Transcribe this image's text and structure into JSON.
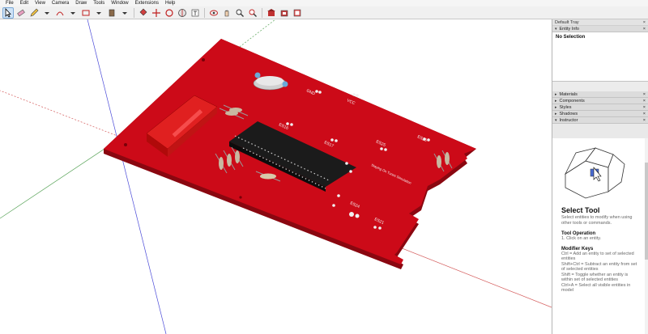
{
  "menu": [
    "File",
    "Edit",
    "View",
    "Camera",
    "Draw",
    "Tools",
    "Window",
    "Extensions",
    "Help"
  ],
  "toolbar_icons": [
    "select-icon",
    "eraser-icon",
    "pencil-icon",
    "line-dropdown-icon",
    "arc-icon",
    "arc-dropdown-icon",
    "shape-icon",
    "shape-dropdown-icon",
    "pushpull-icon",
    "pushpull-dropdown-icon",
    "paint-bucket-icon",
    "move-icon",
    "rotate-icon",
    "tape-measure-icon",
    "text-icon",
    "orbit-icon",
    "pan-icon",
    "zoom-icon",
    "zoom-extents-icon",
    "warehouse-icon",
    "extension-warehouse-icon",
    "layout-icon"
  ],
  "tray": {
    "title": "Default Tray",
    "entity_info": "Entity Info",
    "no_selection": "No Selection",
    "panels": [
      "Materials",
      "Components",
      "Styles",
      "Shadows",
      "Instructor"
    ]
  },
  "instructor": {
    "title": "Select Tool",
    "desc": "Select entities to modify when using other tools or commands.",
    "op_heading": "Tool Operation",
    "op_step": "1.  Click on an entity.",
    "mod_heading": "Modifier Keys",
    "mod_lines": [
      "Ctrl = Add an entity to set of selected entities",
      "Shift+Ctrl = Subtract an entity from set of selected entities",
      "Shift = Toggle whether an entity is within set of selected entities",
      "Ctrl+A = Select all visible entities in model"
    ]
  },
  "board": {
    "labels": [
      "GND",
      "VCC",
      "ES16",
      "ES17",
      "ES25",
      "ES26",
      "ES24",
      "ES21"
    ],
    "silk_text": "Staying On Tunes Simulation"
  },
  "colors": {
    "board": "#cc0a18",
    "board_edge": "#8a0710",
    "axis_red": "#d45a5a",
    "axis_green": "#5aa55a",
    "axis_blue": "#4a4ad8",
    "chip": "#1b1b1b"
  }
}
